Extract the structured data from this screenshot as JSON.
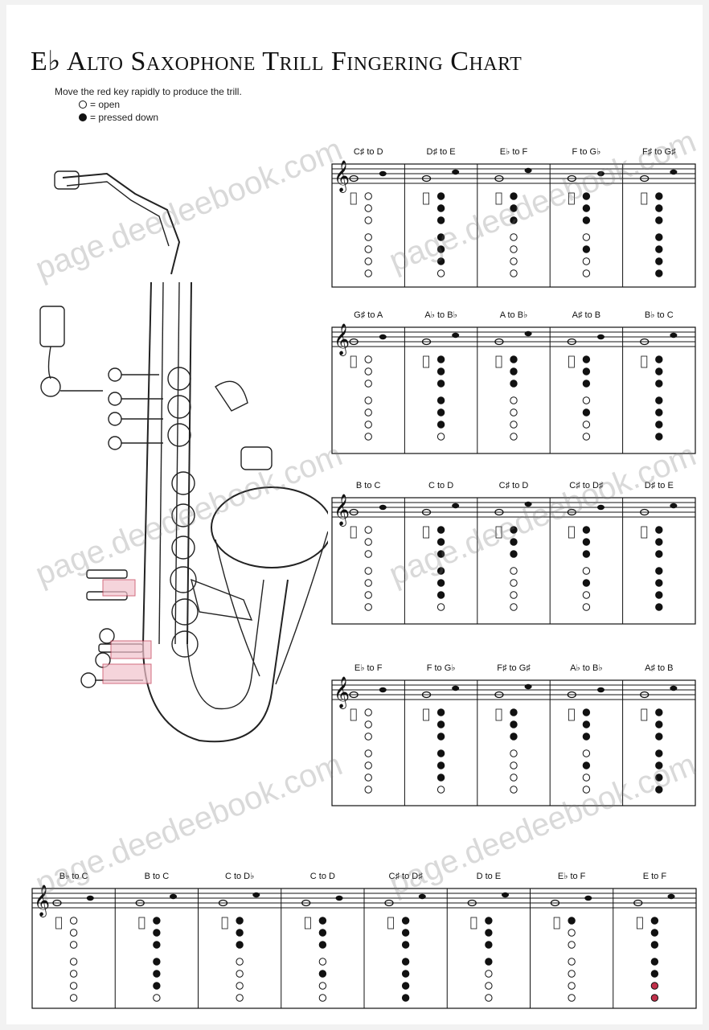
{
  "title": "E♭ Alto Saxophone Trill Fingering Chart",
  "legend": {
    "instruction": "Move the red key rapidly to produce the trill.",
    "open_label": "= open",
    "pressed_label": "= pressed down"
  },
  "watermark": "page.deedeebook.com",
  "colors": {
    "trill_key": "#c0304a",
    "ink": "#111111",
    "highlight": "#f2c2cc"
  },
  "row1": [
    "C♯ to D",
    "D♯ to E",
    "E♭ to F",
    "F to G♭",
    "F♯ to G♯"
  ],
  "row2": [
    "G♯ to A",
    "A♭ to B♭",
    "A to B♭",
    "A♯ to B",
    "B♭ to C"
  ],
  "row3": [
    "B to C",
    "C to D",
    "C♯ to D",
    "C♯ to D♯",
    "D♯ to E"
  ],
  "row4": [
    "E♭ to F",
    "F to G♭",
    "F♯ to G♯",
    "A♭ to B♭",
    "A♯ to B"
  ],
  "row5": [
    "B♭ to C",
    "B to C",
    "C to D♭",
    "C to D",
    "C♯ to D♯",
    "D to E",
    "E♭ to F",
    "E to F"
  ]
}
